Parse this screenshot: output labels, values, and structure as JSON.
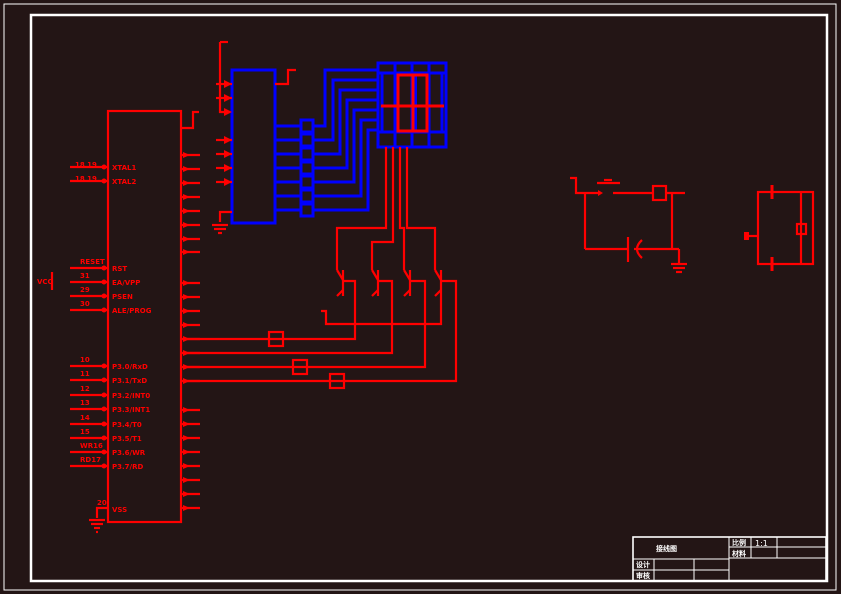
{
  "drawing": {
    "background_color": "#231515",
    "wire_color": "#ff0000",
    "display_color": "#0000ff",
    "frame_color": "#ffffff"
  },
  "mcu": {
    "left_pins": [
      {
        "num": "18 19",
        "name": "XTAL1"
      },
      {
        "num": "18 19",
        "name": "XTAL2"
      },
      {
        "num": "RESET",
        "name": "RST"
      },
      {
        "num": "31",
        "name": "EA/VPP"
      },
      {
        "num": "29",
        "name": "PSEN"
      },
      {
        "num": "30",
        "name": "ALE/PROG"
      },
      {
        "num": "10",
        "name": "P3.0/RxD"
      },
      {
        "num": "11",
        "name": "P3.1/TxD"
      },
      {
        "num": "12",
        "name": "P3.2/INT0"
      },
      {
        "num": "13",
        "name": "P3.3/INT1"
      },
      {
        "num": "14",
        "name": "P3.4/T0"
      },
      {
        "num": "15",
        "name": "P3.5/T1"
      },
      {
        "num": "WR16",
        "name": "P3.6/WR"
      },
      {
        "num": "RD17",
        "name": "P3.7/RD"
      }
    ],
    "gnd_pin": {
      "num": "20",
      "name": "VSS"
    },
    "vcc_label": "VCC"
  },
  "title_block": {
    "drawing_name": "接线图",
    "scale_label": "比例",
    "scale_value": "1:1",
    "material_label": "材料",
    "design_label": "设计",
    "review_label": "审核"
  }
}
